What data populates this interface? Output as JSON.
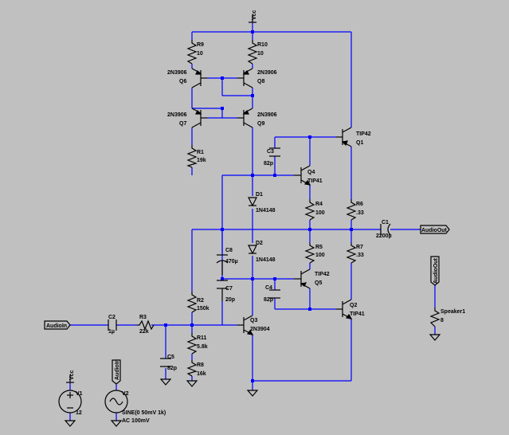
{
  "net_labels": {
    "vcc": "Vcc",
    "audio_in": "AudioIn",
    "audio_out": "AudioOut"
  },
  "components": {
    "R9": {
      "name": "R9",
      "value": "10"
    },
    "R10": {
      "name": "R10",
      "value": "10"
    },
    "Q6": {
      "name": "Q6",
      "model": "2N3906"
    },
    "Q8": {
      "name": "Q8",
      "model": "2N3906"
    },
    "Q7": {
      "name": "Q7",
      "model": "2N3906"
    },
    "Q9": {
      "name": "Q9",
      "model": "2N3906"
    },
    "R1": {
      "name": "R1",
      "value": "19k"
    },
    "Q1": {
      "name": "Q1",
      "model": "TIP42"
    },
    "C3": {
      "name": "C3",
      "value": "82p"
    },
    "Q4": {
      "name": "Q4",
      "model": "TIP41"
    },
    "D1": {
      "name": "D1",
      "model": "1N4148"
    },
    "R4": {
      "name": "R4",
      "value": "100"
    },
    "R6": {
      "name": "R6",
      "value": ".33"
    },
    "C1": {
      "name": "C1",
      "value": "2200µ"
    },
    "C8": {
      "name": "C8",
      "value": "470µ"
    },
    "D2": {
      "name": "D2",
      "model": "1N4148"
    },
    "R5": {
      "name": "R5",
      "value": "100"
    },
    "R7": {
      "name": "R7",
      "value": ".33"
    },
    "C7": {
      "name": "C7",
      "value": "20p"
    },
    "C4": {
      "name": "C4",
      "value": "82p"
    },
    "Q5": {
      "name": "Q5",
      "model": "TIP42"
    },
    "R2": {
      "name": "R2",
      "value": "150k"
    },
    "Q2": {
      "name": "Q2",
      "model": "TIP41"
    },
    "Speaker1": {
      "name": "Speaker1",
      "value": "8"
    },
    "C2": {
      "name": "C2",
      "value": "1µ"
    },
    "R3": {
      "name": "R3",
      "value": "22k"
    },
    "Q3": {
      "name": "Q3",
      "model": "2N3904"
    },
    "R11": {
      "name": "R11",
      "value": "5.8k"
    },
    "C5": {
      "name": "C5",
      "value": "82p"
    },
    "R8": {
      "name": "R8",
      "value": "16k"
    },
    "V1": {
      "name": "V1",
      "value": "12"
    },
    "V2": {
      "name": "V2",
      "value": "SINE(0 50mV 1k)",
      "value2": "AC 100mV"
    }
  }
}
